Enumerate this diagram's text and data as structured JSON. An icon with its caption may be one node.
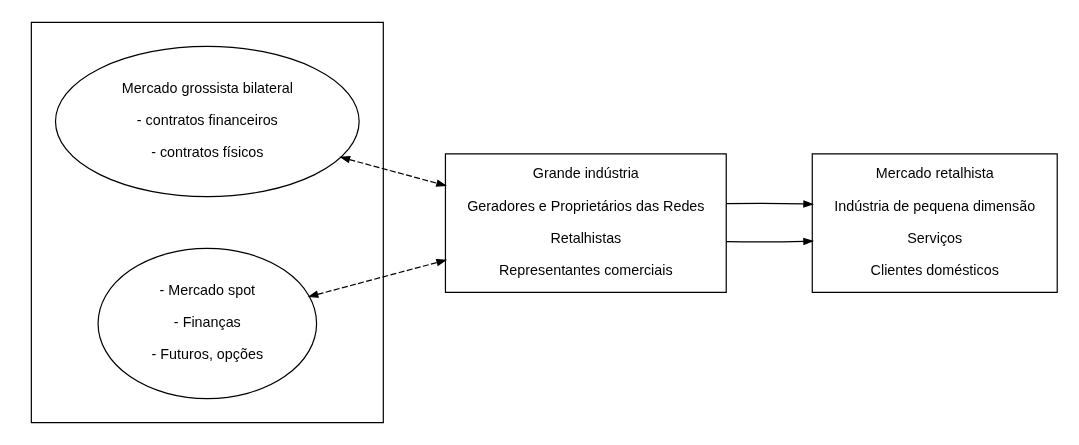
{
  "diagram": {
    "nodes": [
      {
        "text": [],
        "shape": "box"
      },
      {
        "text": [
          "Mercado grossista bilateral",
          "- contratos financeiros",
          "- contratos físicos"
        ],
        "in": 0
      },
      {
        "text": [
          "- Mercado spot",
          "- Finanças",
          "- Futuros, opções"
        ],
        "in": 0
      },
      {
        "text": [
          "Grande indústria",
          "Geradores e Proprietários das Redes",
          "Retalhistas",
          "Representantes comerciais"
        ]
      },
      {
        "text": [
          "Mercado retalhista",
          "Indústria de pequena dimensão",
          "Serviços",
          "Clientes domésticos"
        ]
      }
    ],
    "edges": [
      {
        "from": 1,
        "to": 3,
        "arrow": "both",
        "style": "dashed"
      },
      {
        "from": 2,
        "to": 3,
        "arrow": "both",
        "style": "dashed"
      },
      {
        "from": 3,
        "to": 4,
        "arrow": "to"
      },
      {
        "from": 3,
        "to": 4,
        "arrow": "to"
      }
    ]
  }
}
